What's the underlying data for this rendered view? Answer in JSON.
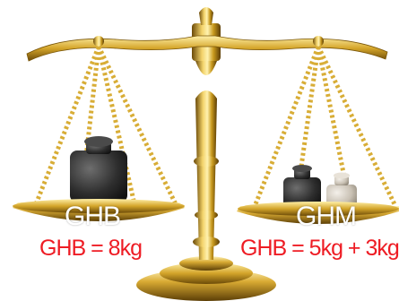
{
  "left_pan": {
    "label": "GHB",
    "equation": "GHB = 8kg"
  },
  "right_pan": {
    "label": "GHM",
    "equation": "GHB = 5kg + 3kg"
  },
  "colors": {
    "gold": "#c9a227",
    "red_text": "#ee1c24",
    "weight_dark": "#2f2f2f",
    "weight_light": "#d8d2c8"
  }
}
